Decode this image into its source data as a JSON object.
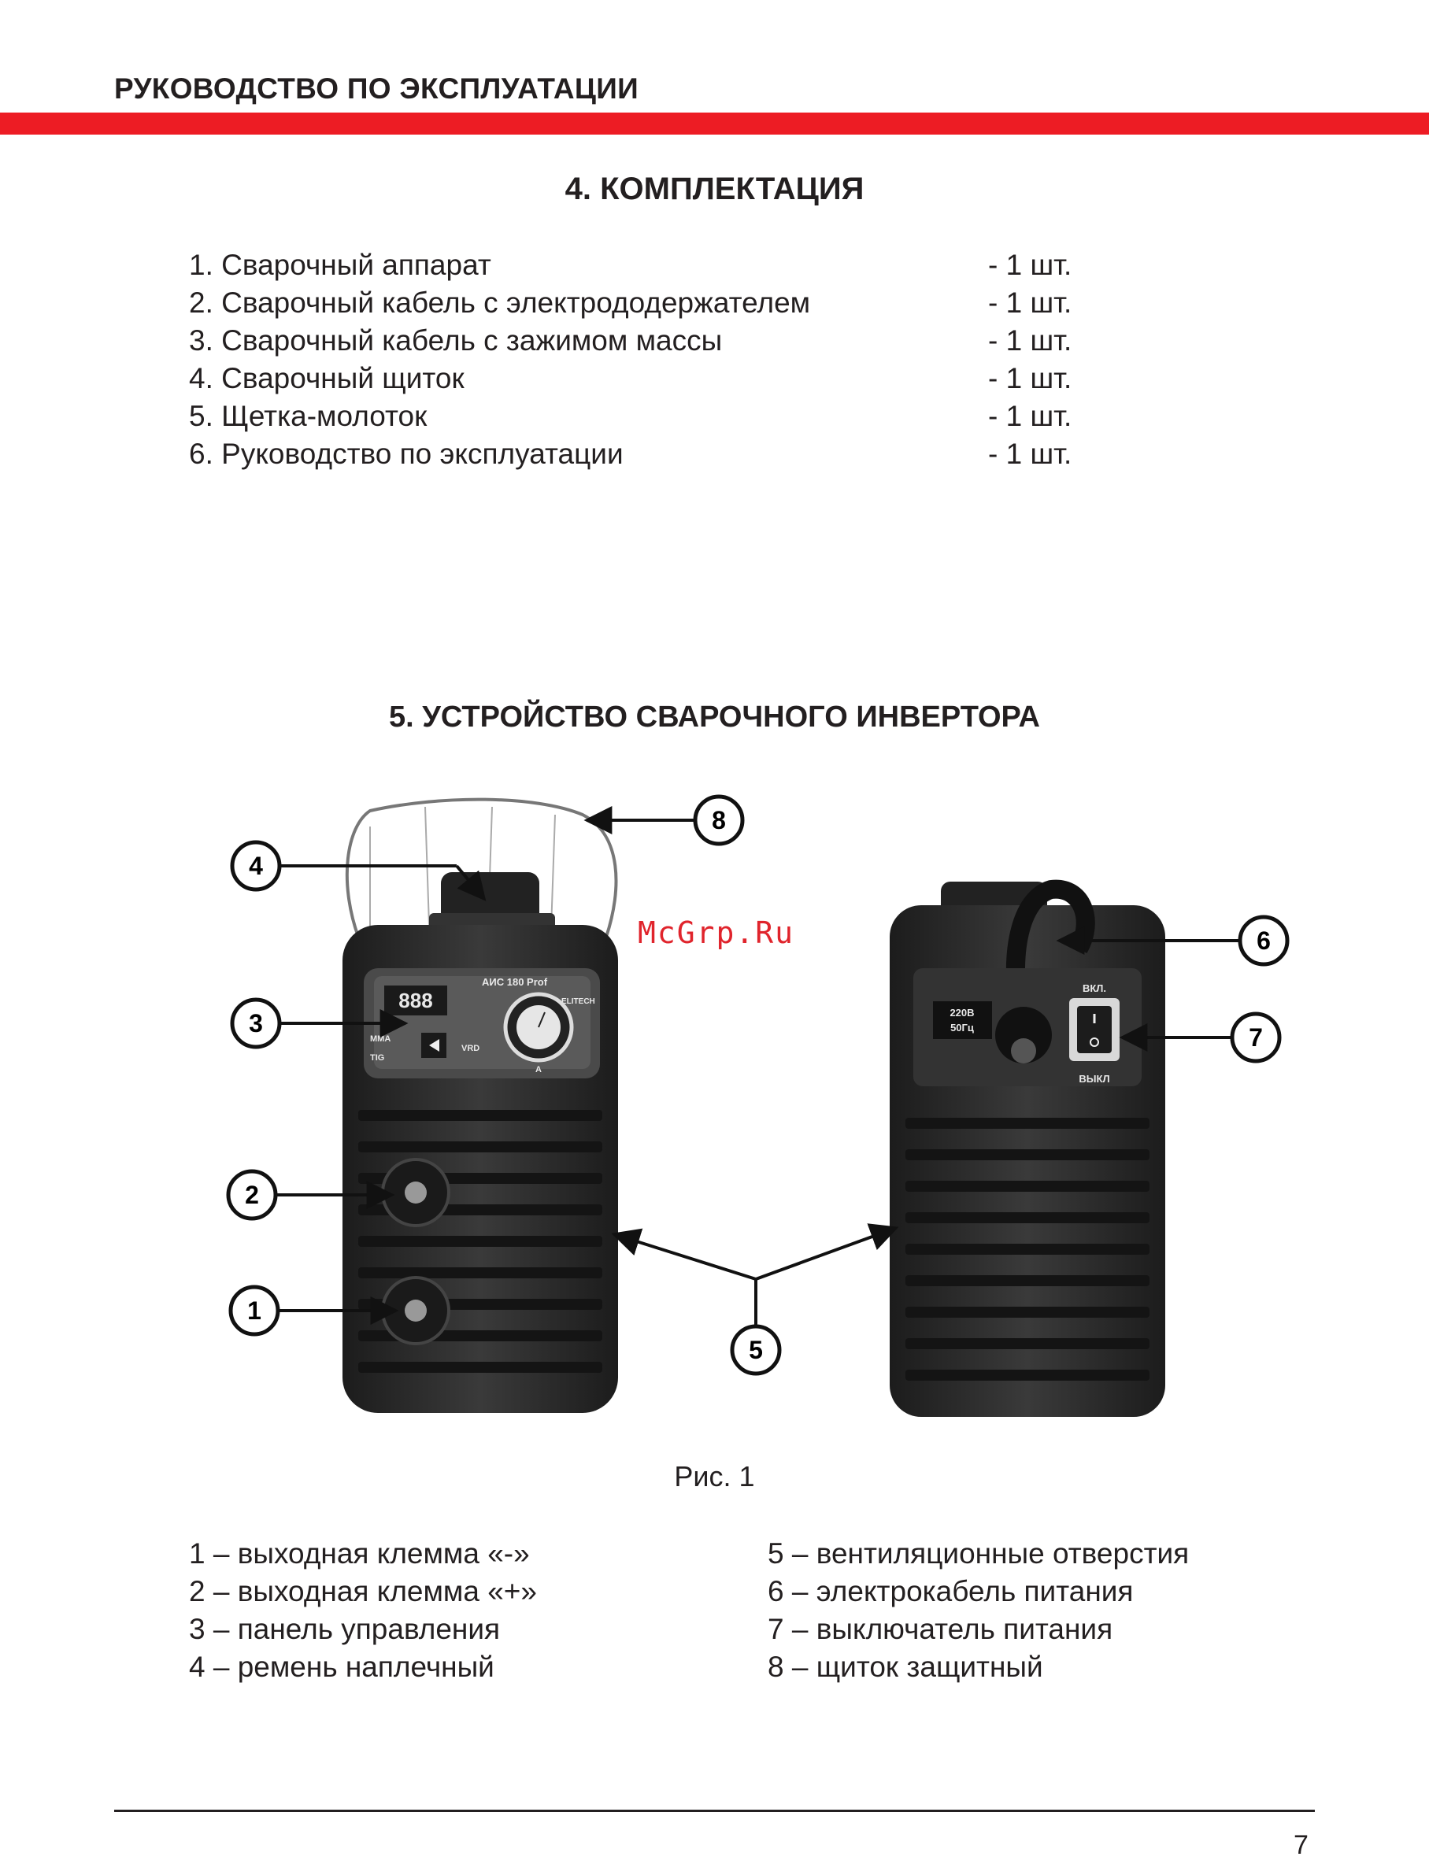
{
  "header": {
    "title": "РУКОВОДСТВО ПО ЭКСПЛУАТАЦИИ"
  },
  "section4": {
    "title": "4. КОМПЛЕКТАЦИЯ",
    "items": [
      {
        "name": "1. Сварочный аппарат",
        "qty": "- 1 шт."
      },
      {
        "name": "2. Сварочный кабель с электрододержателем",
        "qty": "- 1 шт."
      },
      {
        "name": "3. Сварочный кабель с зажимом массы",
        "qty": "- 1 шт."
      },
      {
        "name": "4. Сварочный щиток",
        "qty": "- 1 шт."
      },
      {
        "name": "5. Щетка-молоток",
        "qty": "- 1 шт."
      },
      {
        "name": "6. Руководство по эксплуатации",
        "qty": "- 1 шт."
      }
    ]
  },
  "section5": {
    "title": "5. УСТРОЙСТВО СВАРОЧНОГО ИНВЕРТОРА"
  },
  "figure": {
    "watermark": "McGrp.Ru",
    "callouts": [
      "1",
      "2",
      "3",
      "4",
      "5",
      "6",
      "7",
      "8"
    ],
    "front_panel": {
      "model": "АИС 180 Prof",
      "brand": "ELITECH",
      "display": "888",
      "mode_mma": "MMA",
      "mode_tig": "TIG",
      "vrd": "VRD",
      "dial_unit": "A"
    },
    "back_panel": {
      "voltage": "220В",
      "frequency": "50Гц",
      "switch_on": "ВКЛ.",
      "switch_off": "ВЫКЛ"
    },
    "caption": "Рис. 1"
  },
  "legend": {
    "left": [
      "1 – выходная клемма «-»",
      "2 – выходная клемма «+»",
      "3 – панель управления",
      "4 – ремень наплечный"
    ],
    "right": [
      "5 – вентиляционные отверстия",
      "6 – электрокабель питания",
      "7 – выключатель питания",
      "8 – щиток защитный"
    ]
  },
  "footer": {
    "page_number": "7"
  }
}
